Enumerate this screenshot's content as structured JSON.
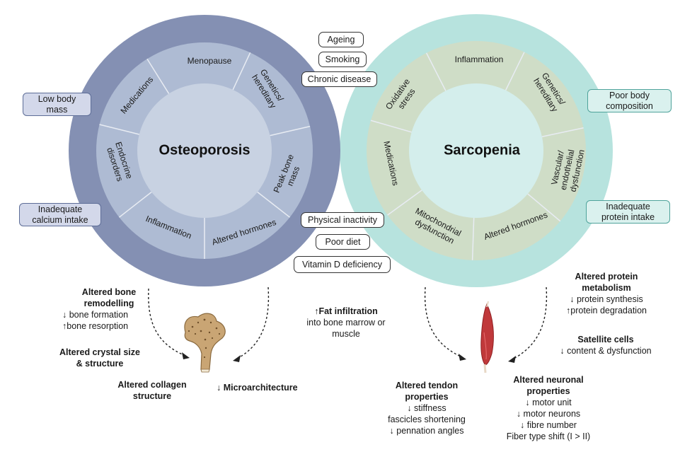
{
  "colors": {
    "osteo_outer": "#8490b3",
    "osteo_middle": "#aebbd3",
    "osteo_inner": "#c8d2e2",
    "sarco_outer": "#b7e3de",
    "sarco_middle": "#cfddc7",
    "sarco_inner": "#d4eeec",
    "divider": "#e8ecf3",
    "bone": "#c9a574",
    "muscle": "#c0393b"
  },
  "osteoporosis": {
    "title": "Osteoporosis",
    "segments": [
      "Menopause",
      "Genetics/ hereditary",
      "Peak bone mass",
      "Altered hormones",
      "Inflammation",
      "Endocrine disorders",
      "Medications"
    ]
  },
  "sarcopenia": {
    "title": "Sarcopenia",
    "segments": [
      "Inflammation",
      "Genetics/ hereditary",
      "Vascular/ endothelial dysfunction",
      "Altered hormones",
      "Mitochondrial dysfunction",
      "Medications",
      "Oxidative stress"
    ]
  },
  "shared_factors": [
    "Ageing",
    "Smoking",
    "Chronic disease",
    "Physical inactivity",
    "Poor diet",
    "Vitamin D deficiency"
  ],
  "osteo_side_boxes": {
    "low_body_mass": [
      "Low body",
      "mass"
    ],
    "inadequate_calcium": [
      "Inadequate",
      "calcium intake"
    ]
  },
  "sarco_side_boxes": {
    "poor_body_composition": [
      "Poor body",
      "composition"
    ],
    "inadequate_protein": [
      "Inadequate",
      "protein intake"
    ]
  },
  "bone_effects": {
    "remodelling_title": [
      "Altered bone",
      "remodelling"
    ],
    "remodelling_lines": [
      "↓ bone formation",
      "↑bone resorption"
    ],
    "crystal": [
      "Altered crystal size",
      "& structure"
    ],
    "collagen": [
      "Altered collagen",
      "structure"
    ],
    "microarchitecture": "↓ Microarchitecture"
  },
  "fat_infiltration": {
    "title": "↑Fat infiltration",
    "lines": [
      "into bone marrow or",
      "muscle"
    ]
  },
  "muscle_effects": {
    "protein_title": [
      "Altered protein",
      "metabolism"
    ],
    "protein_lines": [
      "↓ protein synthesis",
      "↑protein degradation"
    ],
    "satellite_title": "Satellite cells",
    "satellite_line": "↓ content & dysfunction",
    "tendon_title": [
      "Altered tendon",
      "properties"
    ],
    "tendon_lines": [
      "↓ stiffness",
      "fascicles shortening",
      "↓ pennation angles"
    ],
    "neuronal_title": [
      "Altered neuronal",
      "properties"
    ],
    "neuronal_lines": [
      "↓ motor unit",
      "↓ motor neurons",
      "↓ fibre number",
      "Fiber type shift (I > II)"
    ]
  }
}
